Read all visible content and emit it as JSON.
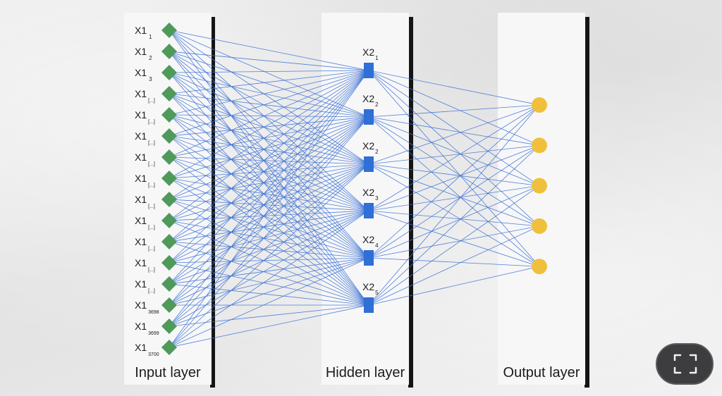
{
  "layers": {
    "input": {
      "title": "Input layer",
      "nodes": [
        {
          "base": "X1",
          "sub": "1"
        },
        {
          "base": "X1",
          "sub": "2"
        },
        {
          "base": "X1",
          "sub": "3"
        },
        {
          "base": "X1",
          "sub": "[...]"
        },
        {
          "base": "X1",
          "sub": "[...]"
        },
        {
          "base": "X1",
          "sub": "[...]"
        },
        {
          "base": "X1",
          "sub": "[...]"
        },
        {
          "base": "X1",
          "sub": "[...]"
        },
        {
          "base": "X1",
          "sub": "[...]"
        },
        {
          "base": "X1",
          "sub": "[...]"
        },
        {
          "base": "X1",
          "sub": "[...]"
        },
        {
          "base": "X1",
          "sub": "[...]"
        },
        {
          "base": "X1",
          "sub": "[...]"
        },
        {
          "base": "X1",
          "sub": "3698"
        },
        {
          "base": "X1",
          "sub": "3699"
        },
        {
          "base": "X1",
          "sub": "3700"
        }
      ]
    },
    "hidden": {
      "title": "Hidden layer",
      "nodes": [
        {
          "base": "X2",
          "sub": "1"
        },
        {
          "base": "X2",
          "sub": "2"
        },
        {
          "base": "X2",
          "sub": "2"
        },
        {
          "base": "X2",
          "sub": "3"
        },
        {
          "base": "X2",
          "sub": "4"
        },
        {
          "base": "X2",
          "sub": "5"
        }
      ]
    },
    "output": {
      "title": "Output layer",
      "node_count": 5
    }
  },
  "colors": {
    "input_node": "#4f9a5a",
    "hidden_node": "#2f6fd6",
    "output_node": "#f0c03c",
    "edge": "#3d72d4"
  },
  "controls": {
    "fullscreen_icon": "fullscreen-icon"
  }
}
